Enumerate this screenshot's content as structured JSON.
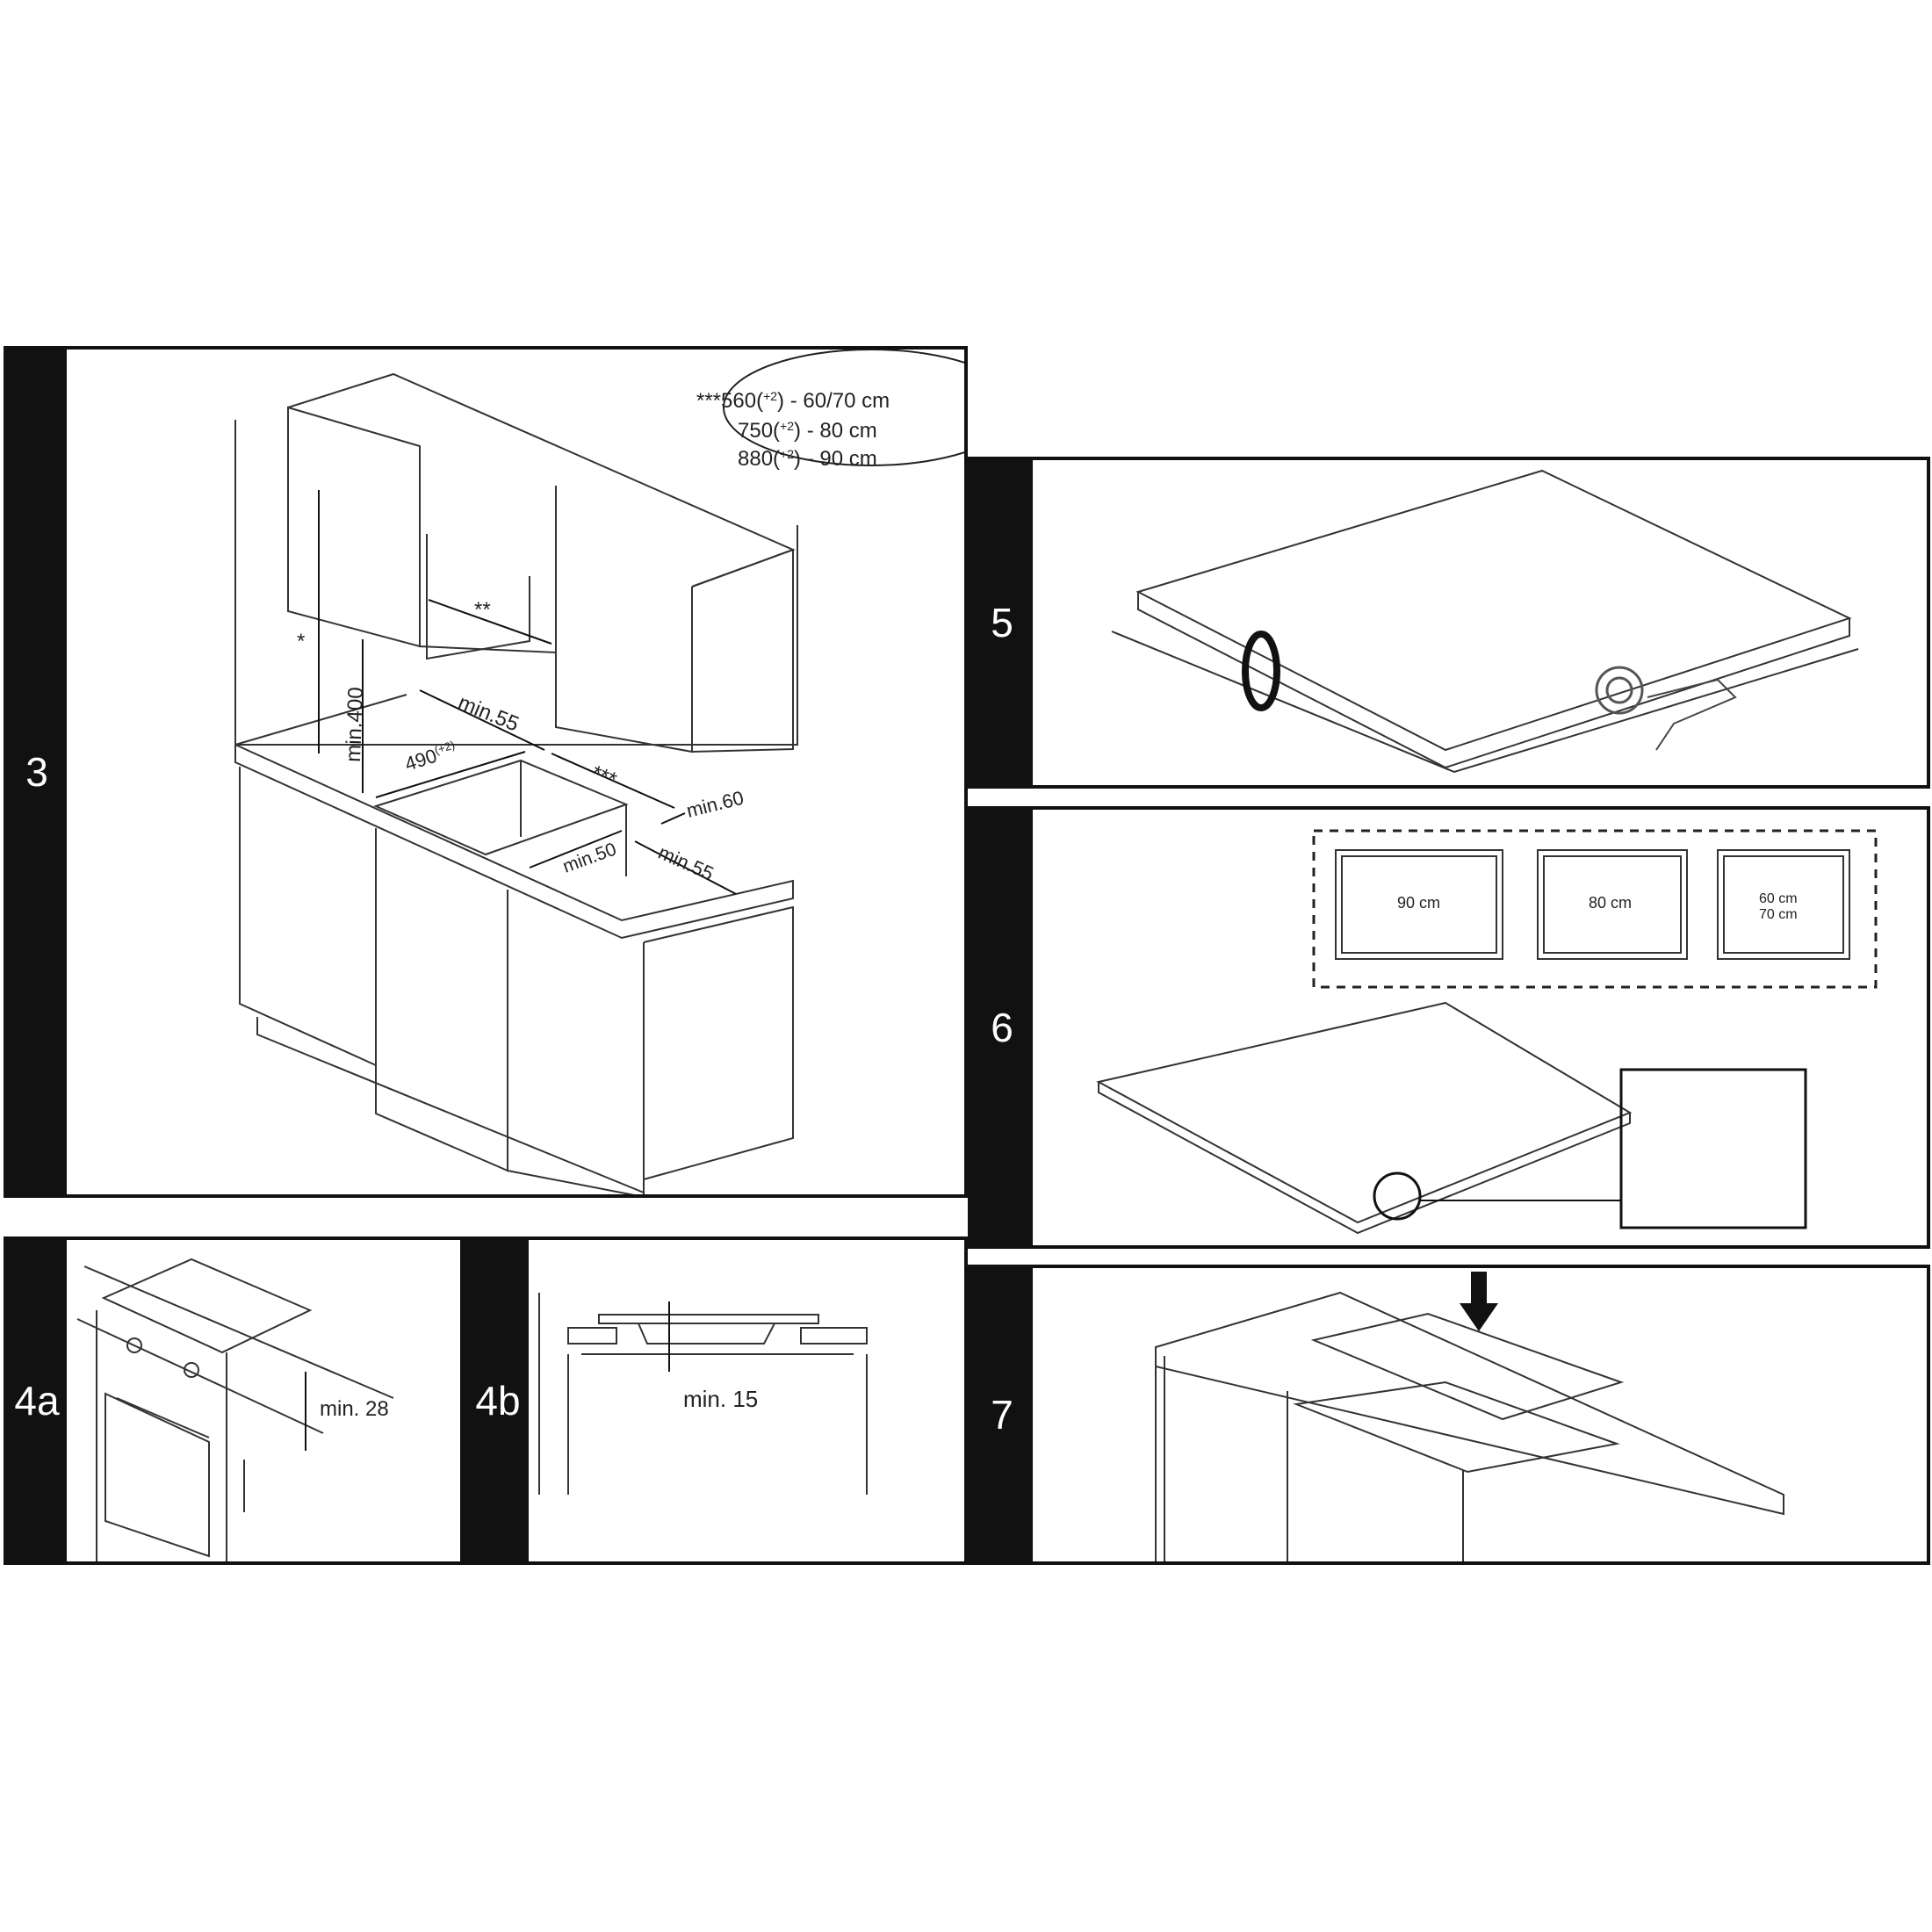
{
  "panels": {
    "p3": {
      "step": "3",
      "note": {
        "line1_prefix": "***",
        "line1_value": "560",
        "line1_tol": "+2",
        "line1_size": "- 60/70 cm",
        "line2_value": "750",
        "line2_tol": "+2",
        "line2_size": "- 80 cm",
        "line3_value": "880",
        "line3_tol": "+2",
        "line3_size": "- 90 cm"
      },
      "dims": {
        "star": "*",
        "double_star": "**",
        "triple_star": "***",
        "min400": "min.400",
        "min55_top": "min.55",
        "cut490": "490",
        "cut490_tol": "(+2)",
        "min60": "min.60",
        "min50": "min.50",
        "min55_side": "min.55"
      }
    },
    "p4a": {
      "step": "4a",
      "dim": "min. 28"
    },
    "p4b": {
      "step": "4b",
      "dim": "min. 15"
    },
    "p5": {
      "step": "5"
    },
    "p6": {
      "step": "6",
      "sizes": [
        "90 cm",
        "80 cm",
        "60 cm",
        "70 cm"
      ]
    },
    "p7": {
      "step": "7"
    }
  }
}
